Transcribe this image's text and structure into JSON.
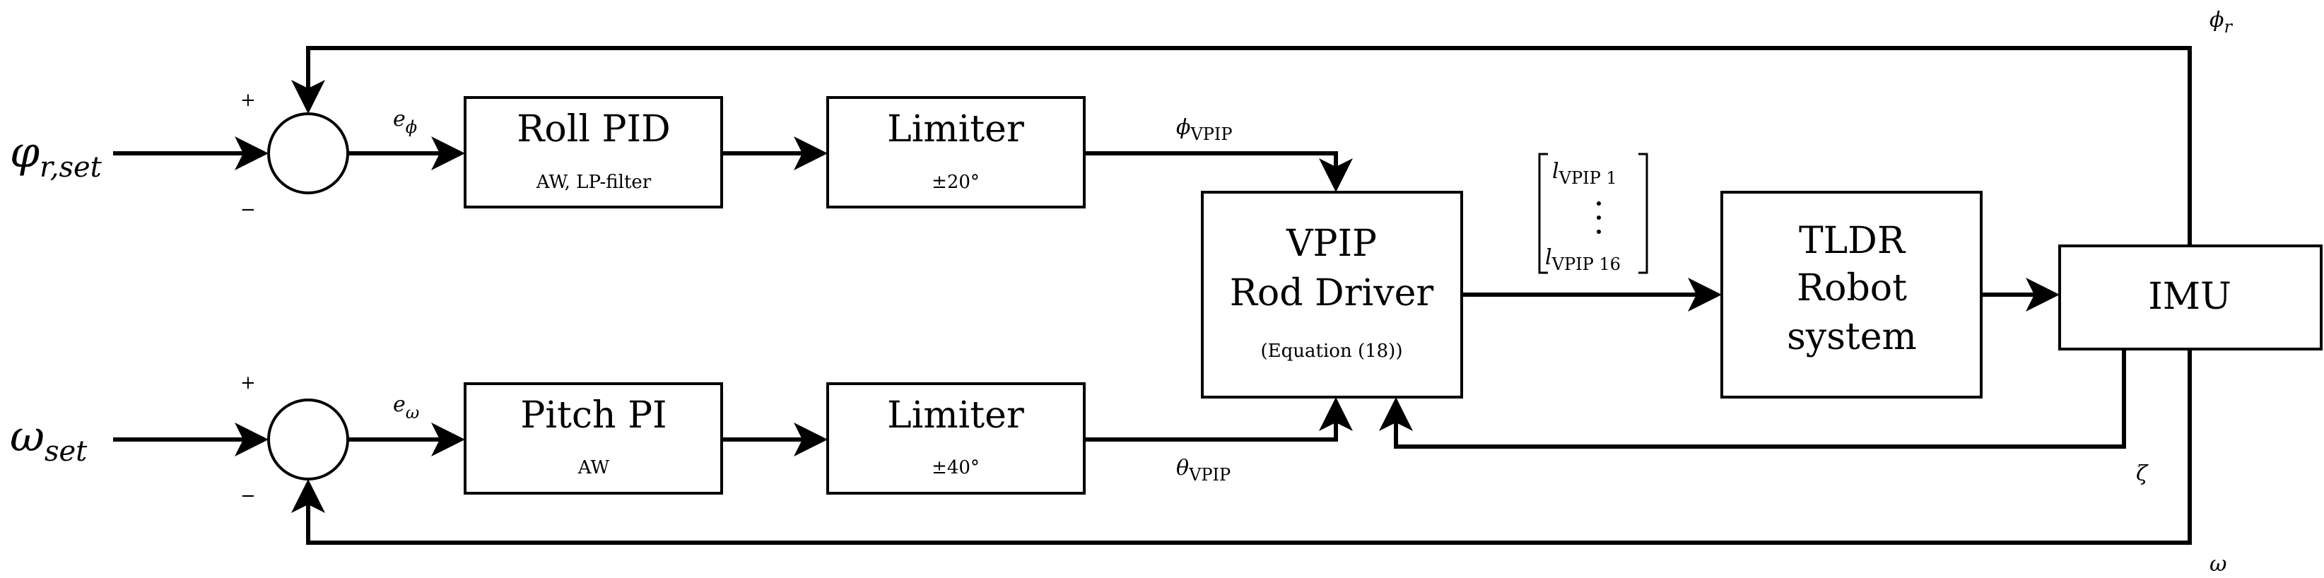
{
  "inputs": {
    "roll_setpoint": {
      "symbol": "φ",
      "subscript": "r,set"
    },
    "pitch_setpoint": {
      "symbol": "ω",
      "subscript": "set"
    }
  },
  "sum_signs": {
    "plus": "+",
    "minus": "−"
  },
  "blocks": {
    "roll_pid": {
      "title": "Roll PID",
      "note": "AW, LP-filter"
    },
    "roll_limiter": {
      "title": "Limiter",
      "note": "±20°"
    },
    "pitch_pi": {
      "title": "Pitch PI",
      "note": "AW"
    },
    "pitch_limiter": {
      "title": "Limiter",
      "note": "±40°"
    },
    "vpip": {
      "title_line1": "VPIP",
      "title_line2": "Rod Driver",
      "note": "(Equation (18))"
    },
    "tldr": {
      "line1": "TLDR",
      "line2": "Robot",
      "line3": "system"
    },
    "imu": {
      "title": "IMU"
    }
  },
  "signals": {
    "e_phi": {
      "symbol": "e",
      "sub": "ϕ"
    },
    "e_omega": {
      "symbol": "e",
      "sub": "ω"
    },
    "phi_vpip": {
      "symbol": "ϕ",
      "sub": "VPIP"
    },
    "theta_vpip": {
      "symbol": "θ",
      "sub": "VPIP"
    },
    "l_first": {
      "symbol": "l",
      "sub": "VPIP 1"
    },
    "l_last": {
      "symbol": "l",
      "sub": "VPIP 16"
    },
    "phi_r": {
      "symbol": "ϕ",
      "sub": "r"
    },
    "zeta": "ζ",
    "omega": "ω"
  }
}
